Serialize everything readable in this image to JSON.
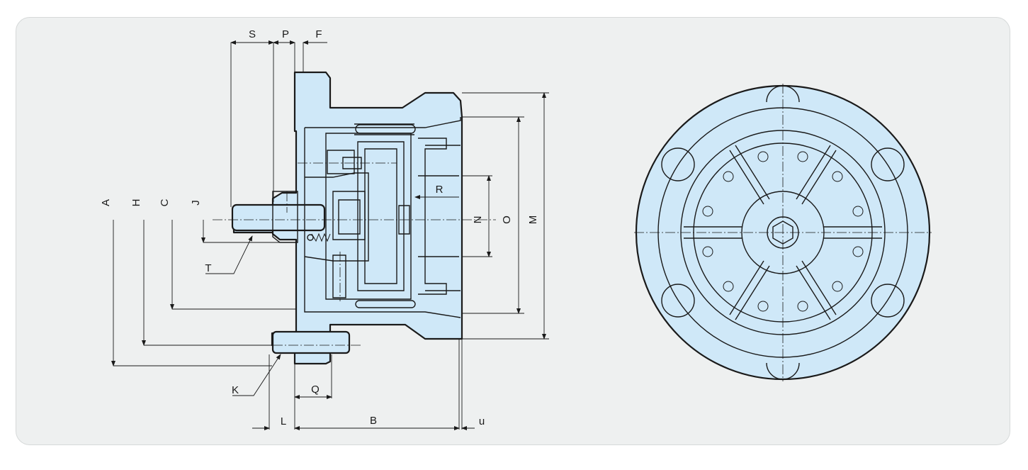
{
  "labels": {
    "S": "S",
    "P": "P",
    "F": "F",
    "A": "A",
    "H": "H",
    "C": "C",
    "J": "J",
    "T": "T",
    "K": "K",
    "Q": "Q",
    "L": "L",
    "B": "B",
    "u": "u",
    "R": "R",
    "N": "N",
    "O": "O",
    "M": "M"
  }
}
